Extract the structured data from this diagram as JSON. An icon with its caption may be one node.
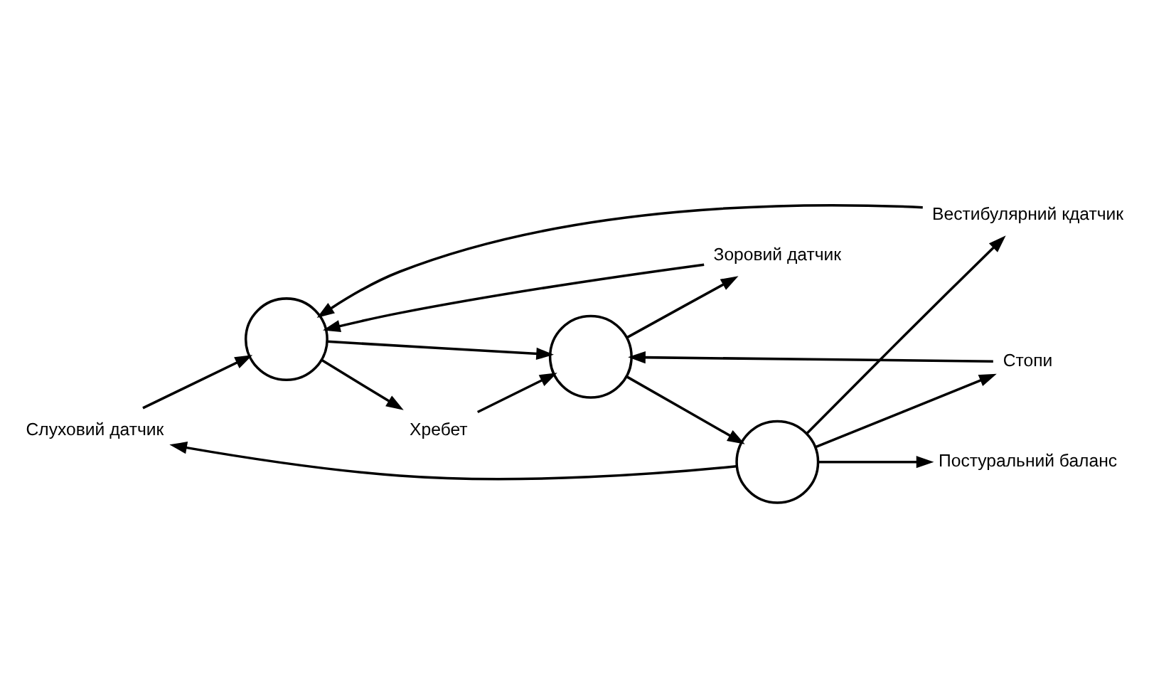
{
  "diagram": {
    "nodes": [
      {
        "text": [
          "Слуховий датчик"
        ]
      },
      {
        "text": [
          "Зоровий датчик"
        ]
      },
      {
        "text": [],
        "shape": "circle"
      },
      {
        "text": [
          "Вестибулярний кдатчик"
        ]
      },
      {
        "text": [],
        "shape": "circle"
      },
      {
        "text": [],
        "shape": "circle"
      },
      {
        "text": [
          "Постуральний баланс"
        ]
      },
      {
        "text": [
          "Стопи"
        ]
      },
      {
        "text": [
          "Хребет"
        ]
      }
    ],
    "edges": [
      {
        "from": 0,
        "to": 2,
        "arrow": "to"
      },
      {
        "from": 1,
        "to": 2,
        "arrow": "to"
      },
      {
        "from": 3,
        "to": 2,
        "arrow": "to"
      },
      {
        "from": 2,
        "to": 4,
        "arrow": "to"
      },
      {
        "from": 7,
        "to": 4,
        "arrow": "to"
      },
      {
        "from": 8,
        "to": 4,
        "arrow": "to"
      },
      {
        "from": 4,
        "to": 1,
        "arrow": "to"
      },
      {
        "from": 2,
        "to": 8,
        "arrow": "to"
      },
      {
        "from": 4,
        "to": 5,
        "arrow": "to"
      },
      {
        "from": 5,
        "to": 6,
        "arrow": "to"
      },
      {
        "from": 5,
        "to": 0,
        "arrow": "to"
      },
      {
        "from": 5,
        "to": 3,
        "arrow": "to"
      },
      {
        "from": 5,
        "to": 7,
        "arrow": "to"
      }
    ]
  }
}
